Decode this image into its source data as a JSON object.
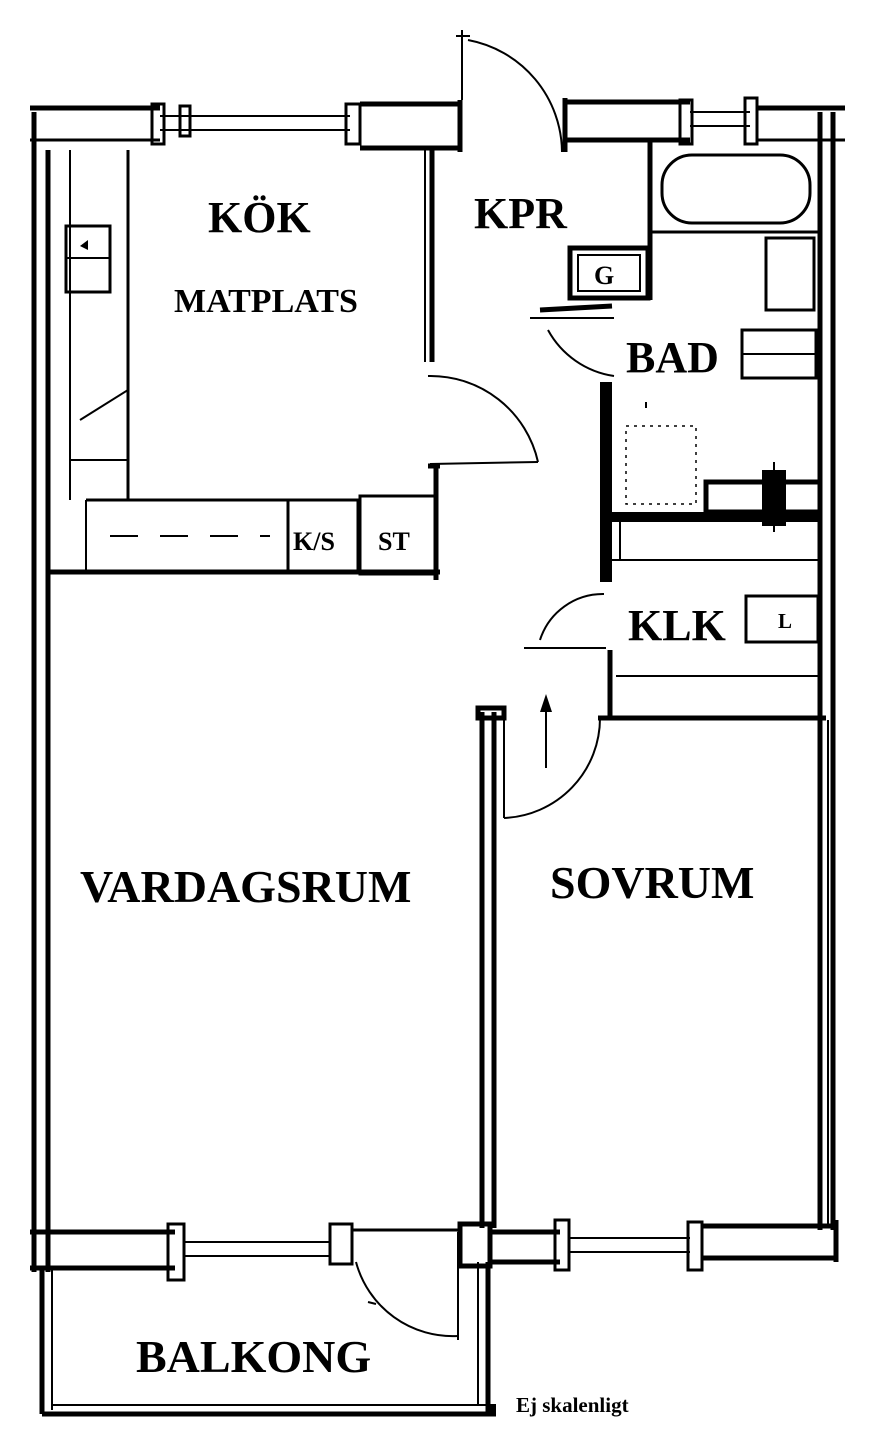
{
  "rooms": {
    "kok": "KÖK",
    "matplats": "MATPLATS",
    "kpr": "KPR",
    "g": "G",
    "bad": "BAD",
    "ks": "K/S",
    "st": "ST",
    "klk": "KLK",
    "l": "L",
    "vardagsrum": "VARDAGSRUM",
    "sovrum": "SOVRUM",
    "balkong": "BALKONG"
  },
  "note": "Ej skalenligt"
}
